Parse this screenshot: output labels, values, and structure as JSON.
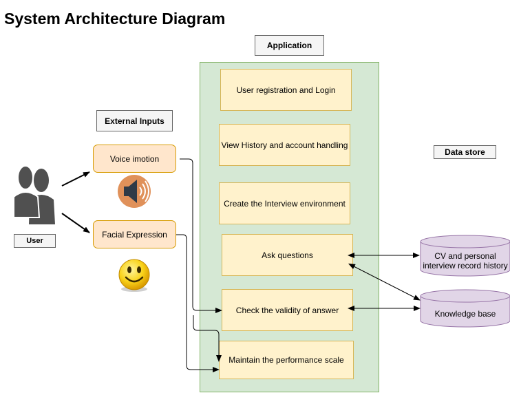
{
  "title": "System Architecture Diagram",
  "labels": {
    "application": "Application",
    "external_inputs": "External Inputs",
    "data_store": "Data store",
    "user": "User"
  },
  "inputs": {
    "voice": "Voice imotion",
    "facial": "Facial Expression"
  },
  "app_modules": {
    "registration": "User registration and Login",
    "history": "View History and account handling",
    "environment": "Create the Interview environment",
    "ask": "Ask questions",
    "check": "Check the validity of answer",
    "performance": "Maintain the performance scale"
  },
  "datastores": {
    "cv": "CV and personal interview record history",
    "knowledge": "Knowledge base"
  },
  "icons": {
    "user": "users-icon",
    "voice": "speaker-icon",
    "facial": "smiley-icon"
  },
  "colors": {
    "app_container": "#d5e8d4",
    "module_fill": "#fff2cc",
    "input_fill": "#ffe6cc",
    "datastore_fill": "#e1d5e7"
  }
}
